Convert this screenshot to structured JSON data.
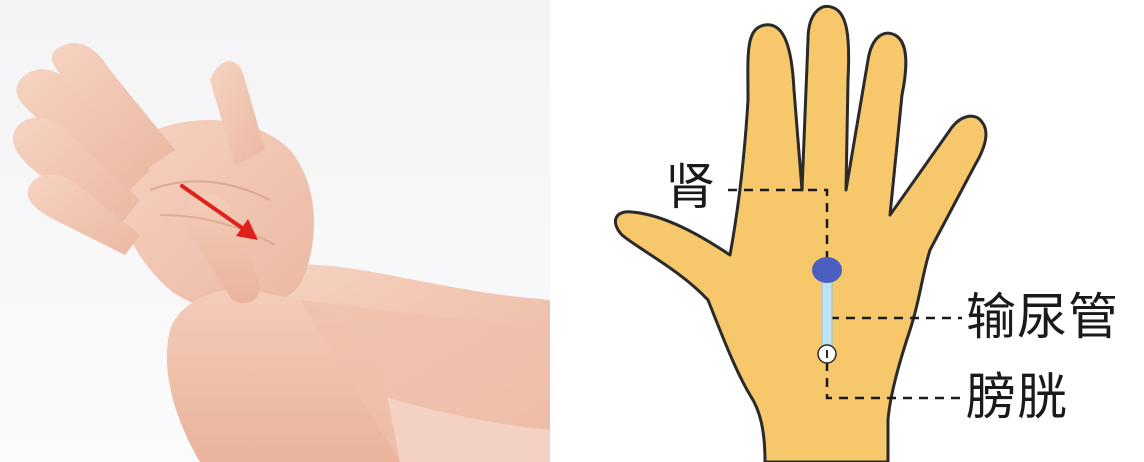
{
  "diagram": {
    "labels": {
      "kidney": "肾",
      "ureter": "输尿管",
      "bladder": "膀胱"
    },
    "colors": {
      "hand_fill": "#f7c76b",
      "hand_outline": "#2a2a2a",
      "kidney_point": "#4a5fbf",
      "ureter_line": "#bfe3f0",
      "bladder_point": "#ffffff",
      "arrow": "#e0201c",
      "skin": "#f1c7b3"
    },
    "icons": {
      "massage_direction": "red-arrow",
      "kidney_marker": "blue-dot",
      "bladder_marker": "white-dot"
    }
  }
}
